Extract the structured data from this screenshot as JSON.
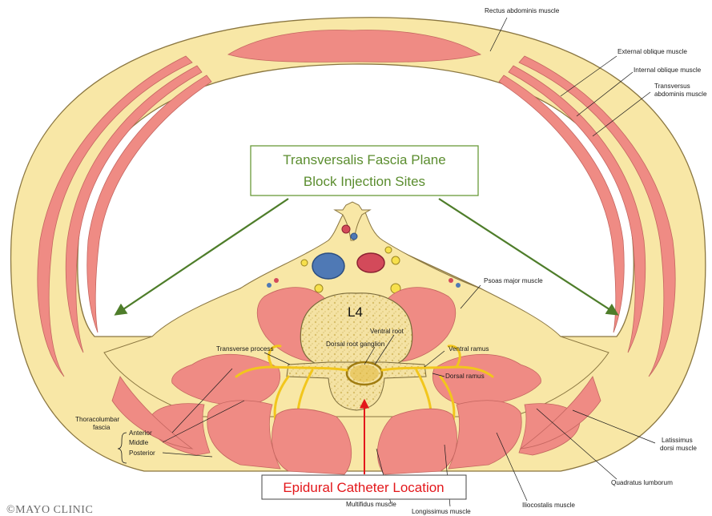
{
  "labels": {
    "rectus": "Rectus abdominis muscle",
    "external_oblique": "External oblique muscle",
    "internal_oblique": "Internal oblique muscle",
    "transversus_1": "Transversus",
    "transversus_2": "abdominis muscle",
    "psoas": "Psoas major muscle",
    "l4": "L4",
    "ventral_root": "Ventral root",
    "dorsal_root_ganglion": "Dorsal root ganglion",
    "transverse_process": "Transverse process",
    "ventral_ramus": "Ventral ramus",
    "dorsal_ramus": "Dorsal ramus",
    "thoracolumbar_1": "Thoracolumbar",
    "thoracolumbar_2": "fascia",
    "anterior": "Anterior",
    "middle": "Middle",
    "posterior": "Posterior",
    "latissimus_1": "Latissimus",
    "latissimus_2": "dorsi muscle",
    "quadratus": "Quadratus lumborum",
    "multifidus": "Multifidus muscle",
    "longissimus": "Longissimus muscle",
    "iliocostalis": "Iliocostalis muscle"
  },
  "callouts": {
    "tfp_line1": "Transversalis Fascia Plane",
    "tfp_line2": "Block Injection Sites",
    "epidural": "Epidural Catheter Location"
  },
  "copyright": "©MAYO CLINIC",
  "colors": {
    "muscle": "#ef8b84",
    "fat": "#f8e7a6",
    "outline": "#7a6a3a",
    "callout_green": "#6a9a3a",
    "arrow_green": "#4e7d2a",
    "epidural_red": "#e3171b",
    "nerve": "#f2c61c"
  }
}
